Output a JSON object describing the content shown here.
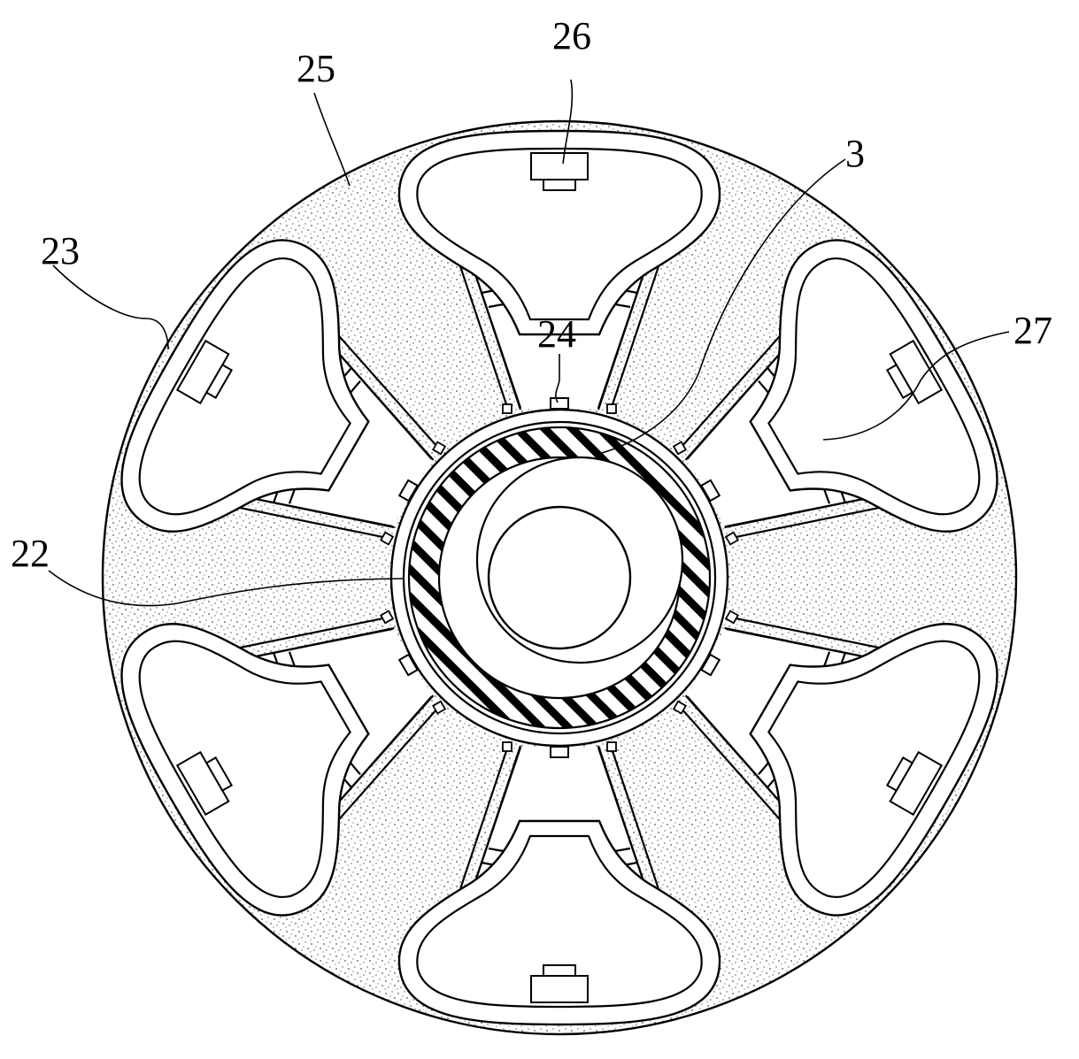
{
  "figure": {
    "labels": [
      {
        "id": "label-26",
        "text": "26"
      },
      {
        "id": "label-25",
        "text": "25"
      },
      {
        "id": "label-3",
        "text": "3"
      },
      {
        "id": "label-23",
        "text": "23"
      },
      {
        "id": "label-24",
        "text": "24"
      },
      {
        "id": "label-27",
        "text": "27"
      },
      {
        "id": "label-22",
        "text": "22"
      }
    ],
    "colors": {
      "line": "#000000",
      "background": "#ffffff",
      "stipple": "#555555"
    }
  }
}
